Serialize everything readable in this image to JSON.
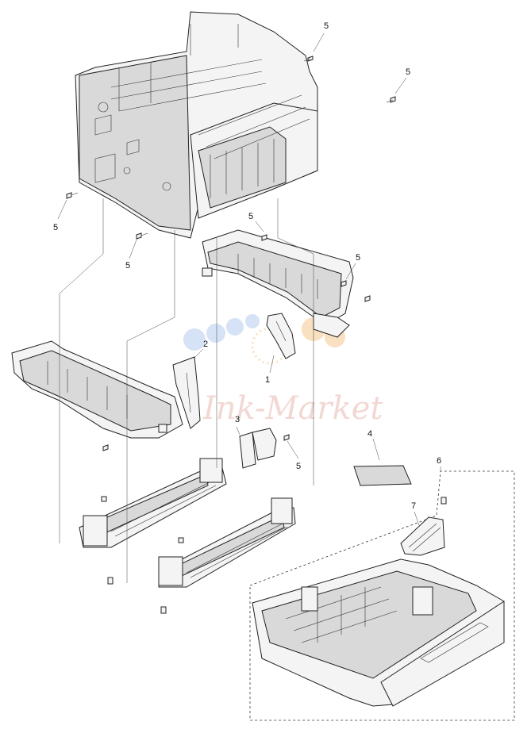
{
  "watermark": {
    "text": "Ink-Market",
    "logo": "ink-market-dots-logo"
  },
  "callouts": {
    "screw_top_right_1": "5",
    "screw_top_right_2": "5",
    "screw_left": "5",
    "screw_left_lower": "5",
    "screw_guide_top": "5",
    "screw_guide_right": "5",
    "screw_center": "5",
    "part_1": "1",
    "part_2": "2",
    "part_3": "3",
    "part_4": "4",
    "part_6": "6",
    "part_7": "7"
  },
  "colors": {
    "line": "#222222",
    "watermark": "#e8b8b0",
    "logo_blue": "#c5d6f2",
    "logo_orange": "#f6d3a8"
  }
}
